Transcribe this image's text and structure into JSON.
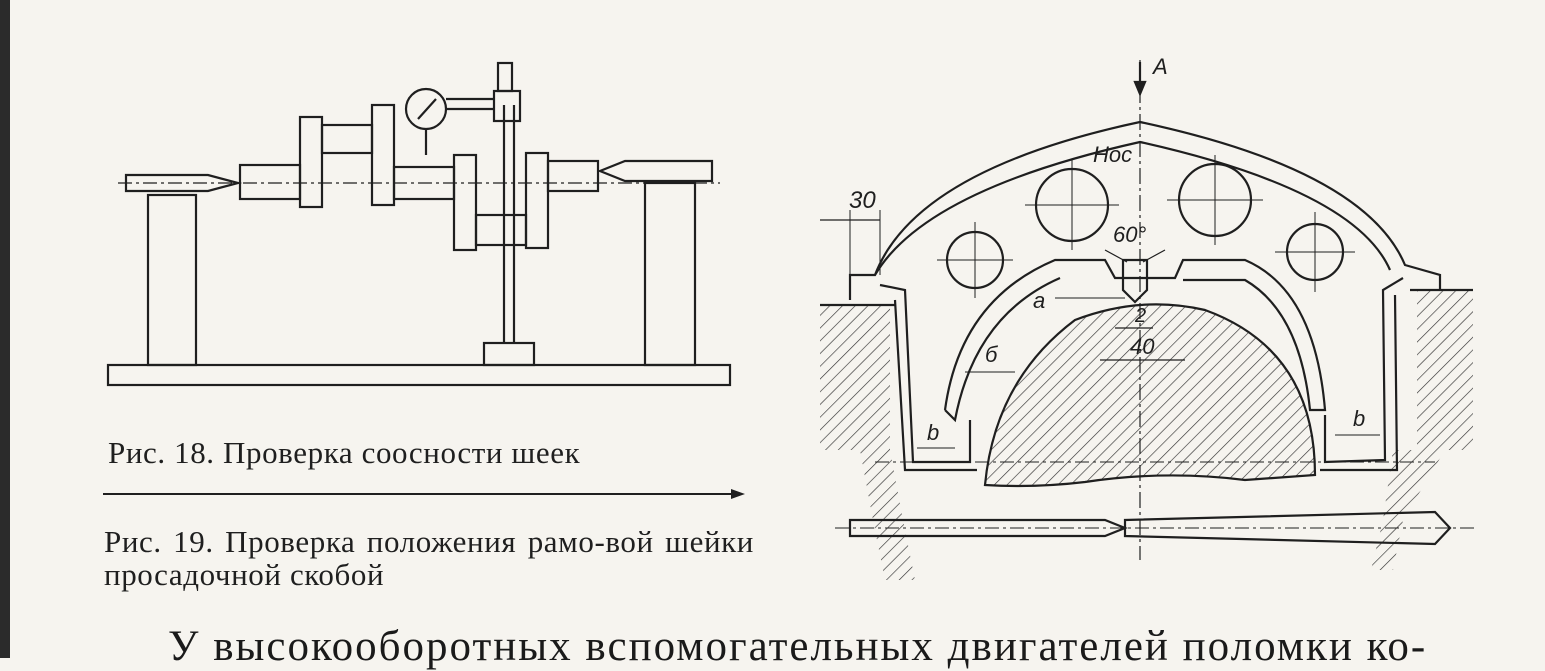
{
  "figures": {
    "fig18": {
      "caption": "Рис. 18. Проверка соосности шеек"
    },
    "fig19": {
      "caption": "Рис. 19. Проверка положения рамо-вой шейки просадочной скобой",
      "labels": {
        "arrow": "A",
        "nose": "Нос",
        "angle": "60°",
        "gap_a": "а",
        "gap_b": "б",
        "gap_v_left": "b",
        "gap_v_right": "b",
        "dim_30": "30",
        "dim_2": "2",
        "dim_40": "40"
      }
    }
  },
  "body": {
    "line": "У высокооборотных вспомогательных двигателей поломки ко-"
  },
  "colors": {
    "ink": "#1f1f1f",
    "paper": "#f6f4ef"
  }
}
